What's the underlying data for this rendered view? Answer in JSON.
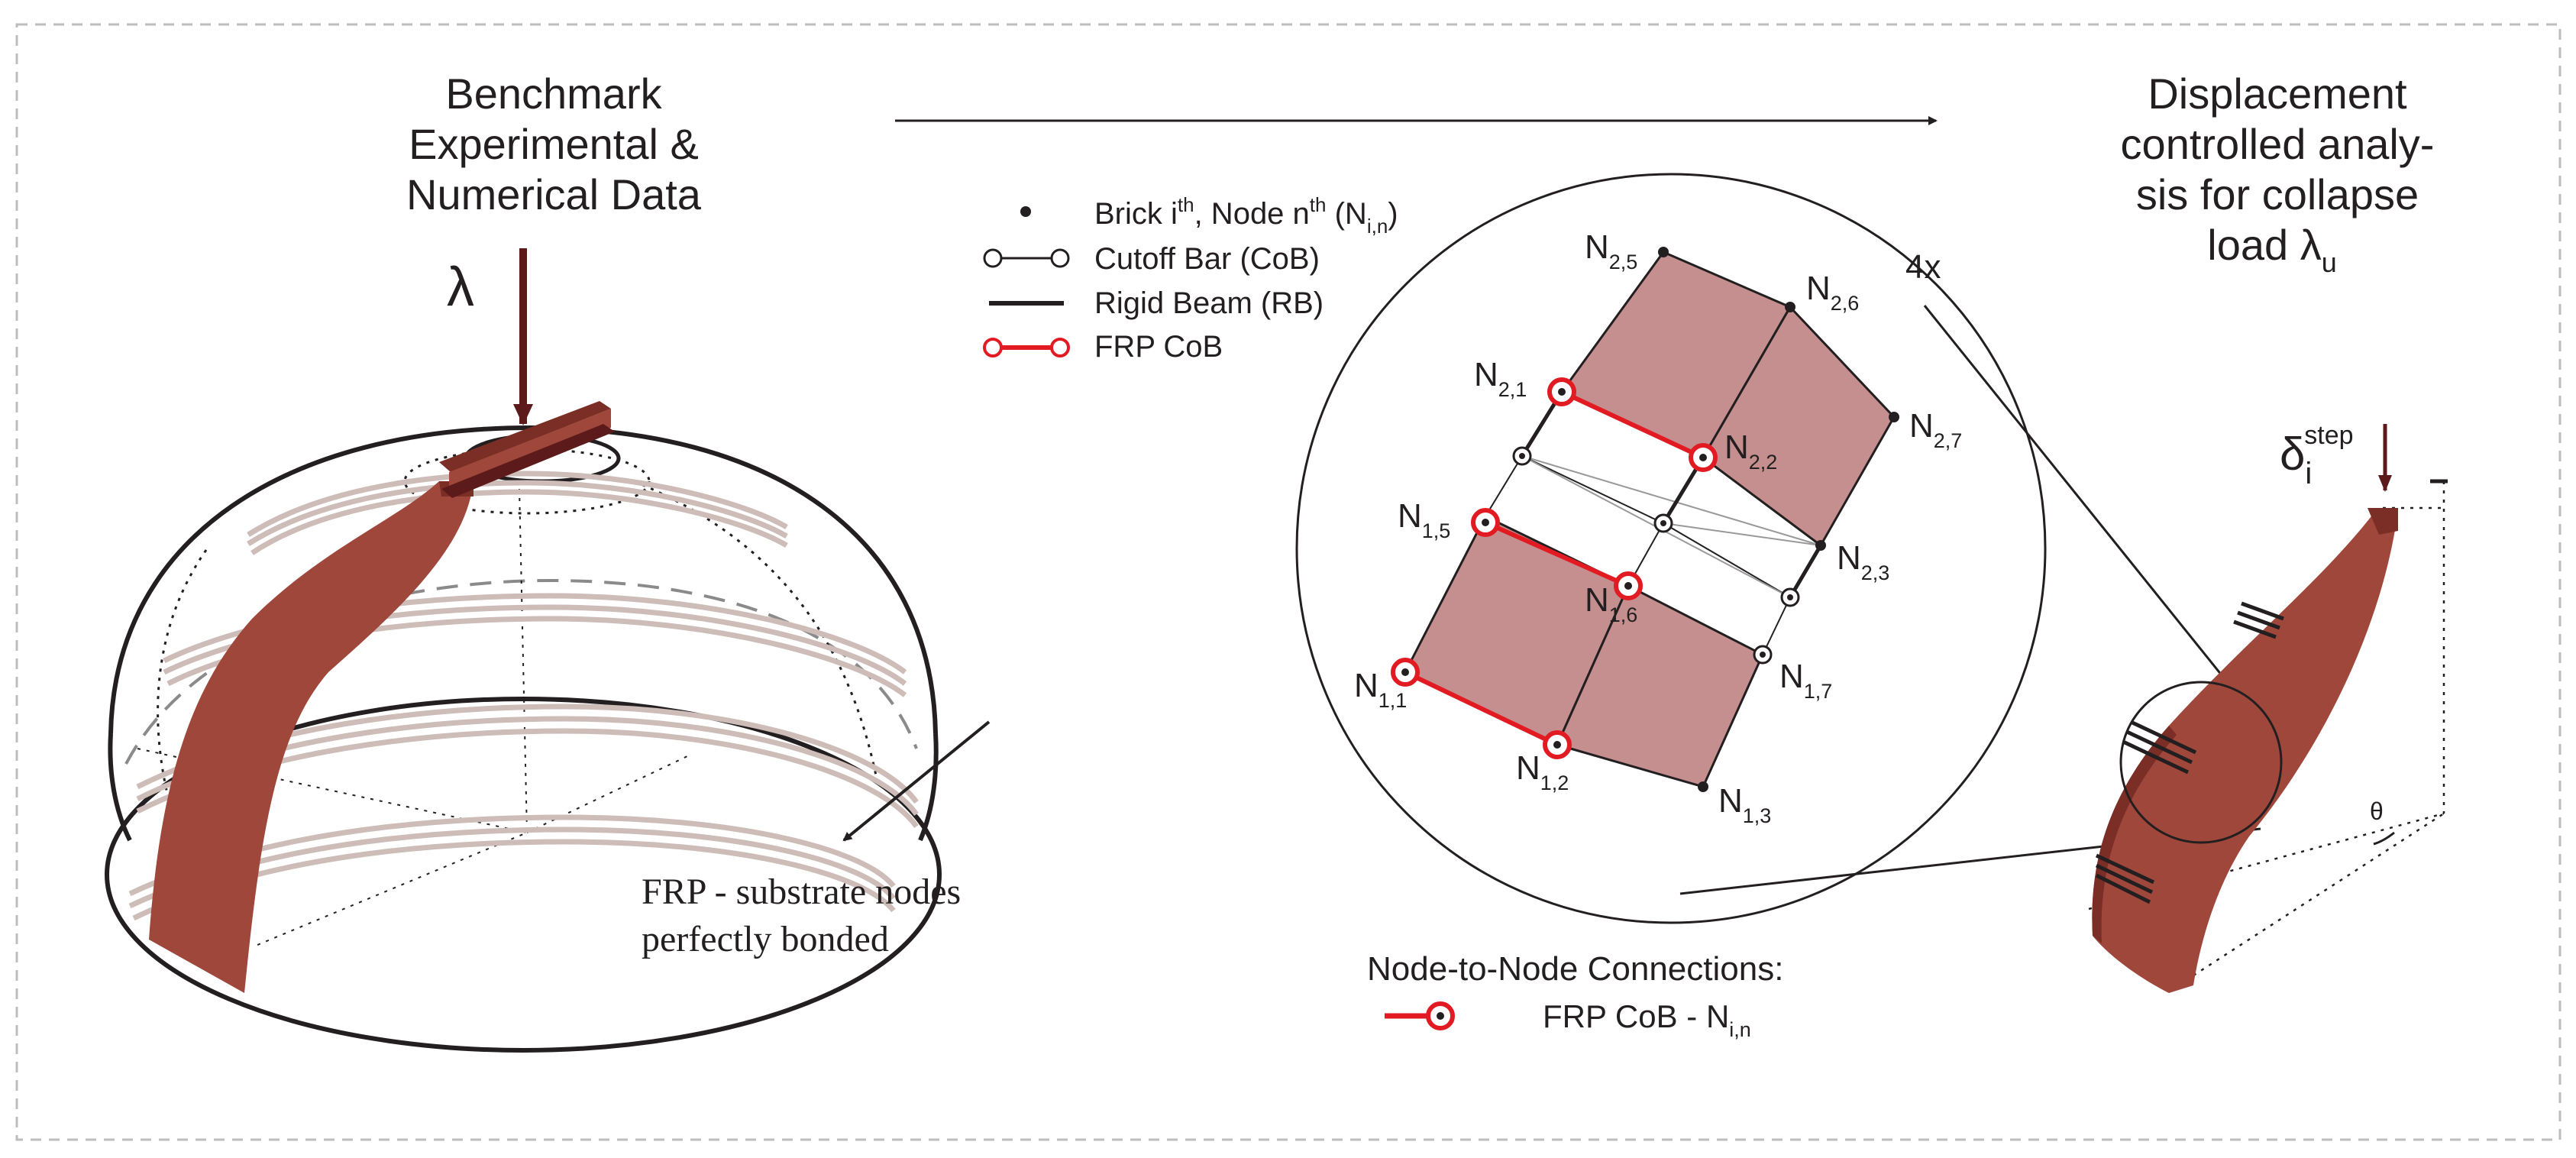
{
  "title_left": {
    "line1": "Benchmark",
    "line2": "Experimental &",
    "line3": "Numerical Data"
  },
  "load_symbol": "λ",
  "title_right": {
    "line1": "Displacement",
    "line2": "controlled analy-",
    "line3": "sis for collapse",
    "line4_main": "load λ",
    "line4_sub": "u"
  },
  "legend": {
    "node": {
      "main": "Brick i",
      "sup1": "th",
      "mid": ", Node n",
      "sup2": "th",
      "paren": " (N",
      "sub": "i,n",
      "close": ")"
    },
    "cutoff_bar": "Cutoff Bar (CoB)",
    "rigid_beam": "Rigid Beam (RB)",
    "frp_cob": "FRP CoB"
  },
  "zoom_label": "4x",
  "nodes": [
    {
      "id": "N",
      "sub": "2,5"
    },
    {
      "id": "N",
      "sub": "2,6"
    },
    {
      "id": "N",
      "sub": "2,1"
    },
    {
      "id": "N",
      "sub": "2,2"
    },
    {
      "id": "N",
      "sub": "2,7"
    },
    {
      "id": "N",
      "sub": "1,5"
    },
    {
      "id": "N",
      "sub": "2,3"
    },
    {
      "id": "N",
      "sub": "1,6"
    },
    {
      "id": "N",
      "sub": "1,1"
    },
    {
      "id": "N",
      "sub": "1,7"
    },
    {
      "id": "N",
      "sub": "1,2"
    },
    {
      "id": "N",
      "sub": "1,3"
    }
  ],
  "frp_note": {
    "line1": "FRP - substrate nodes",
    "line2": "perfectly bonded"
  },
  "connections": {
    "heading": "Node-to-Node Connections:",
    "item_main": "FRP CoB - N",
    "item_sub": "i,n"
  },
  "displacement": {
    "main": "δ",
    "sub": "i",
    "sup": "step"
  },
  "angle_label": "θ",
  "colors": {
    "frp_band": "#a0473c",
    "frp_dark": "#7a2e25",
    "brick_fill": "#c48f8e",
    "frp_red": "#e21b23",
    "load_arrow": "#5c1a1a",
    "ink": "#231f20",
    "ring_stripe": "#cdbcb7"
  }
}
